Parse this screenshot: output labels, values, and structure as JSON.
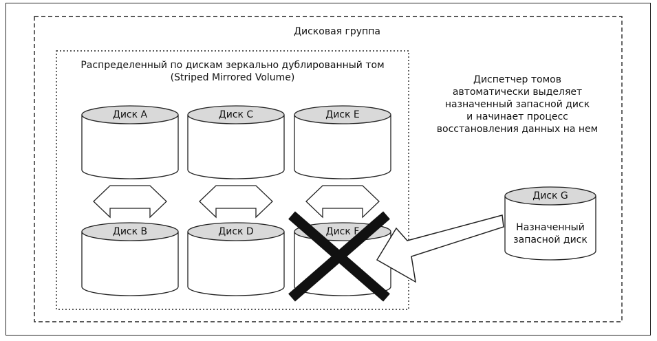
{
  "disk_group_label": "Дисковая группа",
  "volume": {
    "title_line1": "Распределенный по дискам зеркально дублированный том",
    "title_line2": "(Striped Mirrored Volume)"
  },
  "disks": {
    "a": "Диск A",
    "b": "Диск B",
    "c": "Диск C",
    "d": "Диск D",
    "e": "Диск E",
    "f": "Диск F",
    "g": "Диск G"
  },
  "spare_disk": {
    "line1": "Назначенный",
    "line2": "запасной диск"
  },
  "note": {
    "lines": [
      "Диспетчер томов",
      "автоматически выделяет",
      "назначенный запасной диск",
      "и начинает процесс",
      "восстановления данных на нем"
    ]
  }
}
